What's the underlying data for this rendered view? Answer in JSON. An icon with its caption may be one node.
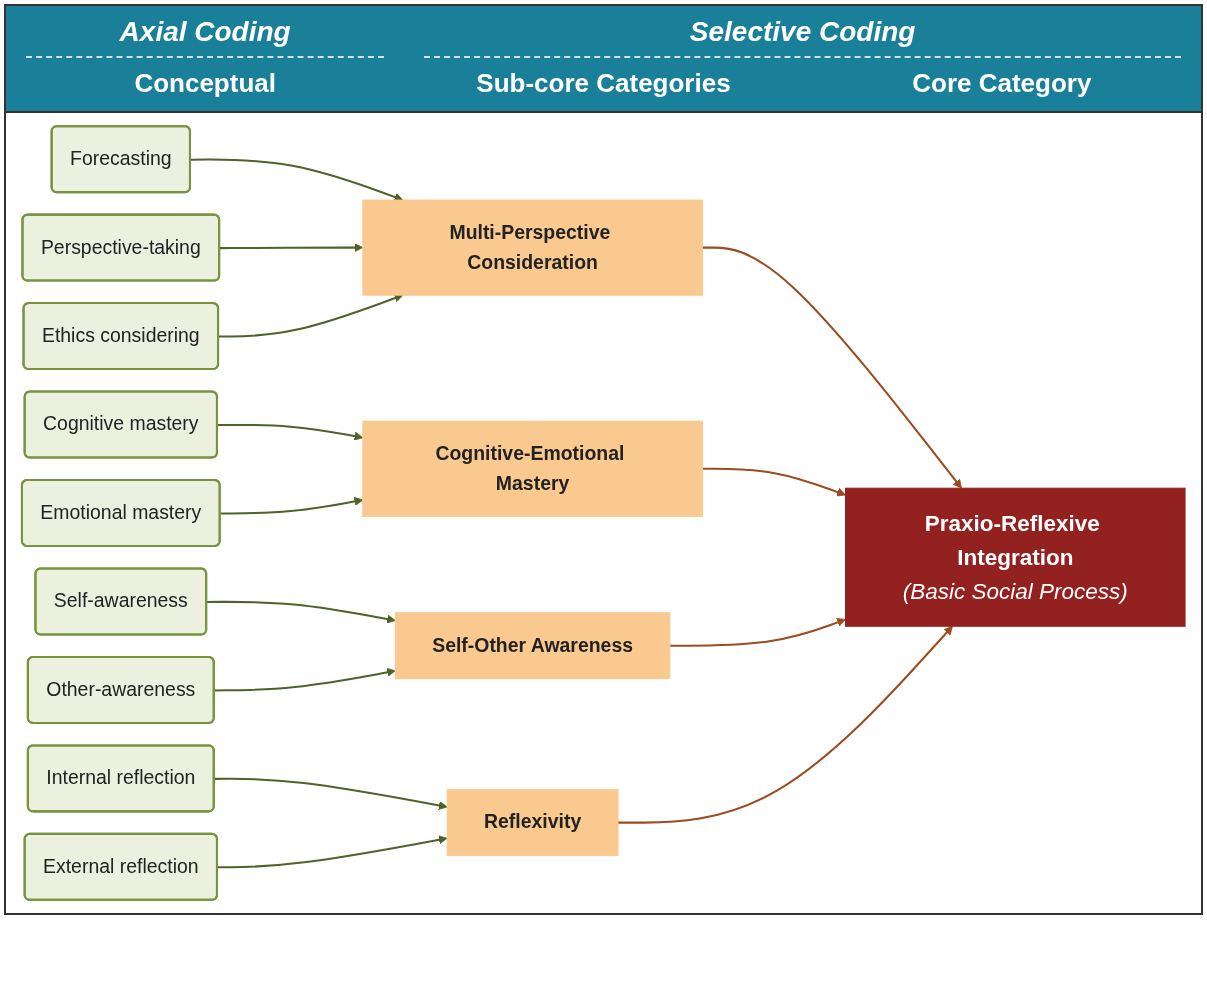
{
  "diagram": {
    "nodes": [
      {
        "text": [
          "Forecasting"
        ]
      },
      {
        "text": [
          "Perspective-taking"
        ]
      },
      {
        "text": [
          "Ethics considering"
        ]
      },
      {
        "text": [
          "Cognitive mastery"
        ]
      },
      {
        "text": [
          "Emotional mastery"
        ]
      },
      {
        "text": [
          "Self-awareness"
        ]
      },
      {
        "text": [
          "Other-awareness"
        ]
      },
      {
        "text": [
          "Internal reflection"
        ]
      },
      {
        "text": [
          "External reflection"
        ]
      },
      {
        "text": [
          "Multi-Perspective Consideration"
        ]
      },
      {
        "text": [
          "Cognitive-Emotional Mastery"
        ]
      },
      {
        "text": [
          "Self-Other Awareness"
        ]
      },
      {
        "text": [
          "Reflexivity"
        ]
      },
      {
        "text": [
          "Praxio-Reflexive Integration",
          "(Basic Social Process)"
        ]
      }
    ],
    "edges": [
      {
        "from": 0,
        "to": 9,
        "arrow": "to"
      },
      {
        "from": 1,
        "to": 9,
        "arrow": "to"
      },
      {
        "from": 2,
        "to": 9,
        "arrow": "to"
      },
      {
        "from": 3,
        "to": 10,
        "arrow": "to"
      },
      {
        "from": 4,
        "to": 10,
        "arrow": "to"
      },
      {
        "from": 5,
        "to": 11,
        "arrow": "to"
      },
      {
        "from": 6,
        "to": 11,
        "arrow": "to"
      },
      {
        "from": 7,
        "to": 12,
        "arrow": "to"
      },
      {
        "from": 8,
        "to": 12,
        "arrow": "to"
      },
      {
        "from": 9,
        "to": 13,
        "arrow": "to",
        "color": "#9c4a1e"
      },
      {
        "from": 10,
        "to": 13,
        "arrow": "to",
        "color": "#9c4a1e"
      },
      {
        "from": 11,
        "to": 13,
        "arrow": "to",
        "color": "#9c4a1e"
      },
      {
        "from": 12,
        "to": 13,
        "arrow": "to",
        "color": "#9c4a1e"
      }
    ],
    "labels": [
      "Axial Coding",
      "Selective Coding",
      "Conceptual",
      "Sub-core Categories",
      "Core Category"
    ]
  }
}
